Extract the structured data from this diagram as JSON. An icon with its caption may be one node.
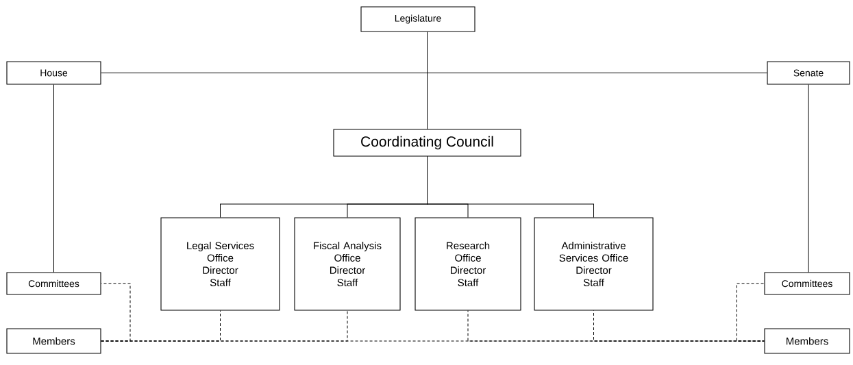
{
  "diagram": {
    "nodes": [
      {
        "text": [
          "Legislature"
        ]
      },
      {
        "text": [
          "House"
        ]
      },
      {
        "text": [
          "Senate"
        ]
      },
      {
        "text": [
          "Coordinating Council"
        ]
      },
      {
        "text": [
          "Legal Services Office",
          "Director",
          "Staff"
        ]
      },
      {
        "text": [
          "Fiscal Analysis Office",
          "Director",
          "Staff"
        ]
      },
      {
        "text": [
          "Research Office",
          "Director",
          "Staff"
        ]
      },
      {
        "text": [
          "Administrative Services Office",
          "Director",
          "Staff"
        ]
      },
      {
        "text": [
          "Committees"
        ]
      },
      {
        "text": [
          "Committees"
        ]
      },
      {
        "text": [
          "Members"
        ]
      },
      {
        "text": [
          "Members"
        ]
      }
    ],
    "edges": [
      {
        "from": 0,
        "to": 3,
        "arrow": "none"
      },
      {
        "from": 1,
        "to": 2,
        "arrow": "none"
      },
      {
        "from": 3,
        "to": 4,
        "arrow": "none"
      },
      {
        "from": 3,
        "to": 5,
        "arrow": "none"
      },
      {
        "from": 3,
        "to": 6,
        "arrow": "none"
      },
      {
        "from": 3,
        "to": 7,
        "arrow": "none"
      },
      {
        "from": 1,
        "to": 8,
        "arrow": "none"
      },
      {
        "from": 2,
        "to": 9,
        "arrow": "none"
      },
      {
        "from": 10,
        "to": 11,
        "arrow": "none",
        "style": "dashed"
      },
      {
        "from": 8,
        "to": 10,
        "arrow": "none",
        "style": "dashed"
      },
      {
        "from": 4,
        "to": 10,
        "arrow": "none",
        "style": "dashed"
      },
      {
        "from": 5,
        "to": 10,
        "arrow": "none",
        "style": "dashed"
      },
      {
        "from": 6,
        "to": 11,
        "arrow": "none",
        "style": "dashed"
      },
      {
        "from": 7,
        "to": 11,
        "arrow": "none",
        "style": "dashed"
      },
      {
        "from": 9,
        "to": 11,
        "arrow": "none",
        "style": "dashed"
      }
    ]
  }
}
